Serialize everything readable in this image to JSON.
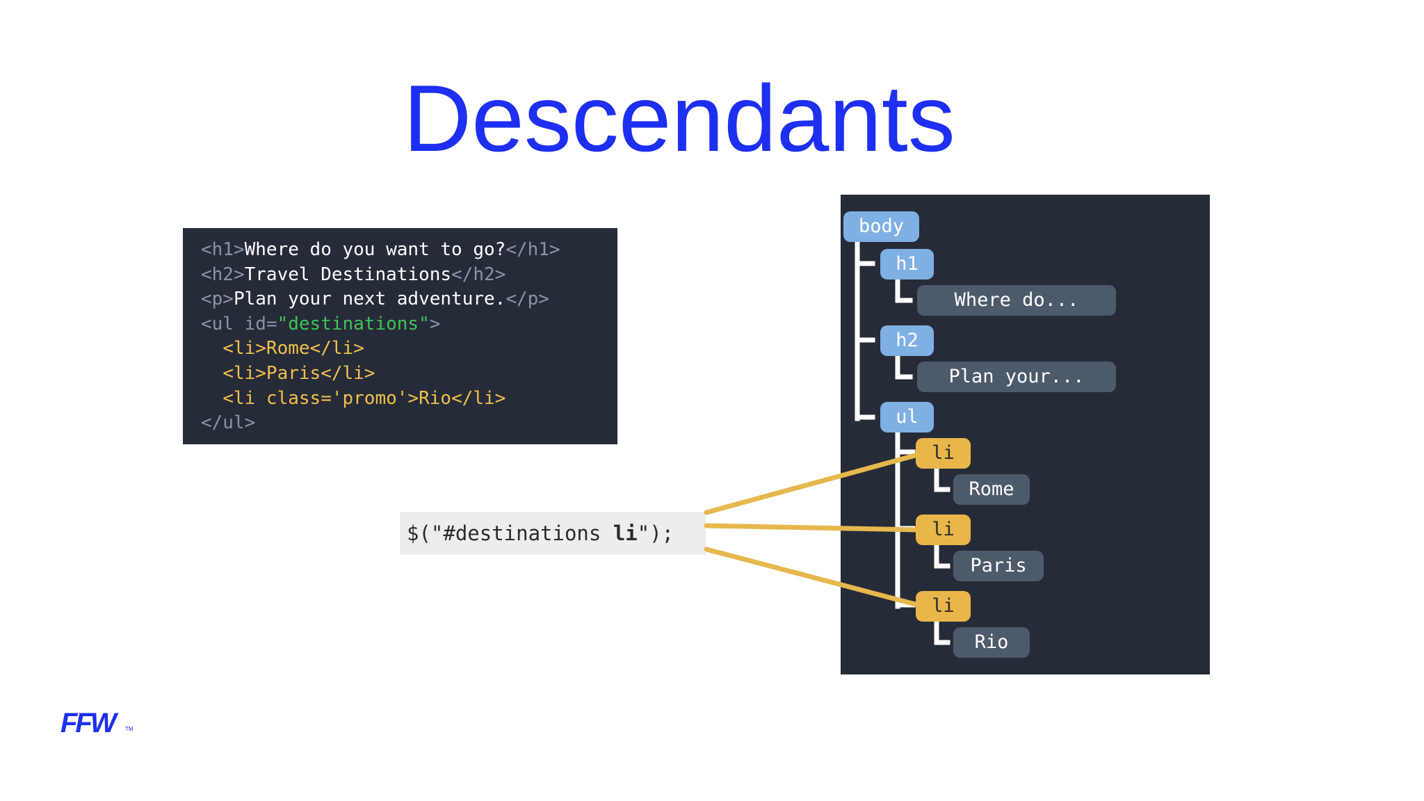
{
  "slide": {
    "title": "Descendants"
  },
  "code": {
    "lines": [
      [
        {
          "t": "<h1>",
          "c": "tag"
        },
        {
          "t": "Where do you want to go?",
          "c": "txt"
        },
        {
          "t": "</h1>",
          "c": "tag"
        }
      ],
      [
        {
          "t": "<h2>",
          "c": "tag"
        },
        {
          "t": "Travel Destinations",
          "c": "txt"
        },
        {
          "t": "</h2>",
          "c": "tag"
        }
      ],
      [
        {
          "t": "<p>",
          "c": "tag"
        },
        {
          "t": "Plan your next adventure.",
          "c": "txt"
        },
        {
          "t": "</p>",
          "c": "tag"
        }
      ],
      [
        {
          "t": "<ul id=",
          "c": "tag"
        },
        {
          "t": "\"destinations\"",
          "c": "str"
        },
        {
          "t": ">",
          "c": "tag"
        }
      ],
      [
        {
          "t": "  ",
          "c": "txt"
        },
        {
          "t": "<li>Rome</li>",
          "c": "hl"
        }
      ],
      [
        {
          "t": "  ",
          "c": "txt"
        },
        {
          "t": "<li>Paris</li>",
          "c": "hl"
        }
      ],
      [
        {
          "t": "  ",
          "c": "txt"
        },
        {
          "t": "<li class='promo'>Rio</li>",
          "c": "hl"
        }
      ],
      [
        {
          "t": "</ul>",
          "c": "tag"
        }
      ]
    ]
  },
  "selector": {
    "prefix": "$(\"#destinations ",
    "bold": "li",
    "suffix": "\");"
  },
  "tree": {
    "nodes": [
      {
        "id": "body",
        "label": "body",
        "style": "blue"
      },
      {
        "id": "h1",
        "label": "h1",
        "style": "blue"
      },
      {
        "id": "h1-text",
        "label": "Where do...",
        "style": "gray"
      },
      {
        "id": "h2",
        "label": "h2",
        "style": "blue"
      },
      {
        "id": "h2-text",
        "label": "Plan your...",
        "style": "gray"
      },
      {
        "id": "ul",
        "label": "ul",
        "style": "blue"
      },
      {
        "id": "li-1",
        "label": "li",
        "style": "gold"
      },
      {
        "id": "li-1-text",
        "label": "Rome",
        "style": "gray"
      },
      {
        "id": "li-2",
        "label": "li",
        "style": "gold"
      },
      {
        "id": "li-2-text",
        "label": "Paris",
        "style": "gray"
      },
      {
        "id": "li-3",
        "label": "li",
        "style": "gold"
      },
      {
        "id": "li-3-text",
        "label": "Rio",
        "style": "gray"
      }
    ]
  },
  "colors": {
    "title": "#1d2ff0",
    "panel": "#262b38",
    "node_blue": "#7fb0e3",
    "node_gray": "#4d5a6b",
    "node_gold": "#e8b64a",
    "connector": "#e6b84e",
    "tree_line": "#ffffff"
  },
  "logo": {
    "text": "FFW",
    "tm": "TM"
  }
}
